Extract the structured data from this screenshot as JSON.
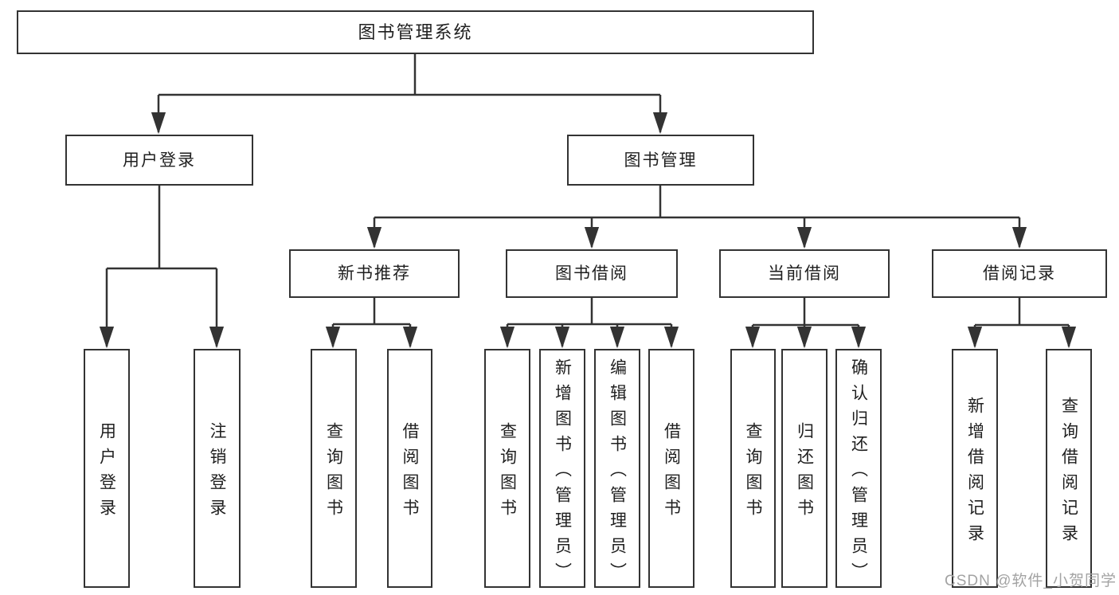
{
  "diagram": {
    "root": {
      "label": "图书管理系统"
    },
    "branches": [
      {
        "label": "用户登录",
        "children": [
          {
            "label": "用户登录"
          },
          {
            "label": "注销登录"
          }
        ]
      },
      {
        "label": "图书管理",
        "children": [
          {
            "label": "新书推荐",
            "children": [
              {
                "label": "查询图书"
              },
              {
                "label": "借阅图书"
              }
            ]
          },
          {
            "label": "图书借阅",
            "children": [
              {
                "label": "查询图书"
              },
              {
                "label": "新增图书（管理员）"
              },
              {
                "label": "编辑图书（管理员）"
              },
              {
                "label": "借阅图书"
              }
            ]
          },
          {
            "label": "当前借阅",
            "children": [
              {
                "label": "查询图书"
              },
              {
                "label": "归还图书"
              },
              {
                "label": "确认归还（管理员）"
              }
            ]
          },
          {
            "label": "借阅记录",
            "children": [
              {
                "label": "新增借阅记录"
              },
              {
                "label": "查询借阅记录"
              }
            ]
          }
        ]
      }
    ]
  },
  "watermark": {
    "text": "CSDN @软件_小贺同学"
  },
  "colors": {
    "line": "#333333",
    "box_background": "#ffffff",
    "text": "#1f1f1f",
    "watermark": "#a3a3a3",
    "page_background": "#ffffff"
  }
}
